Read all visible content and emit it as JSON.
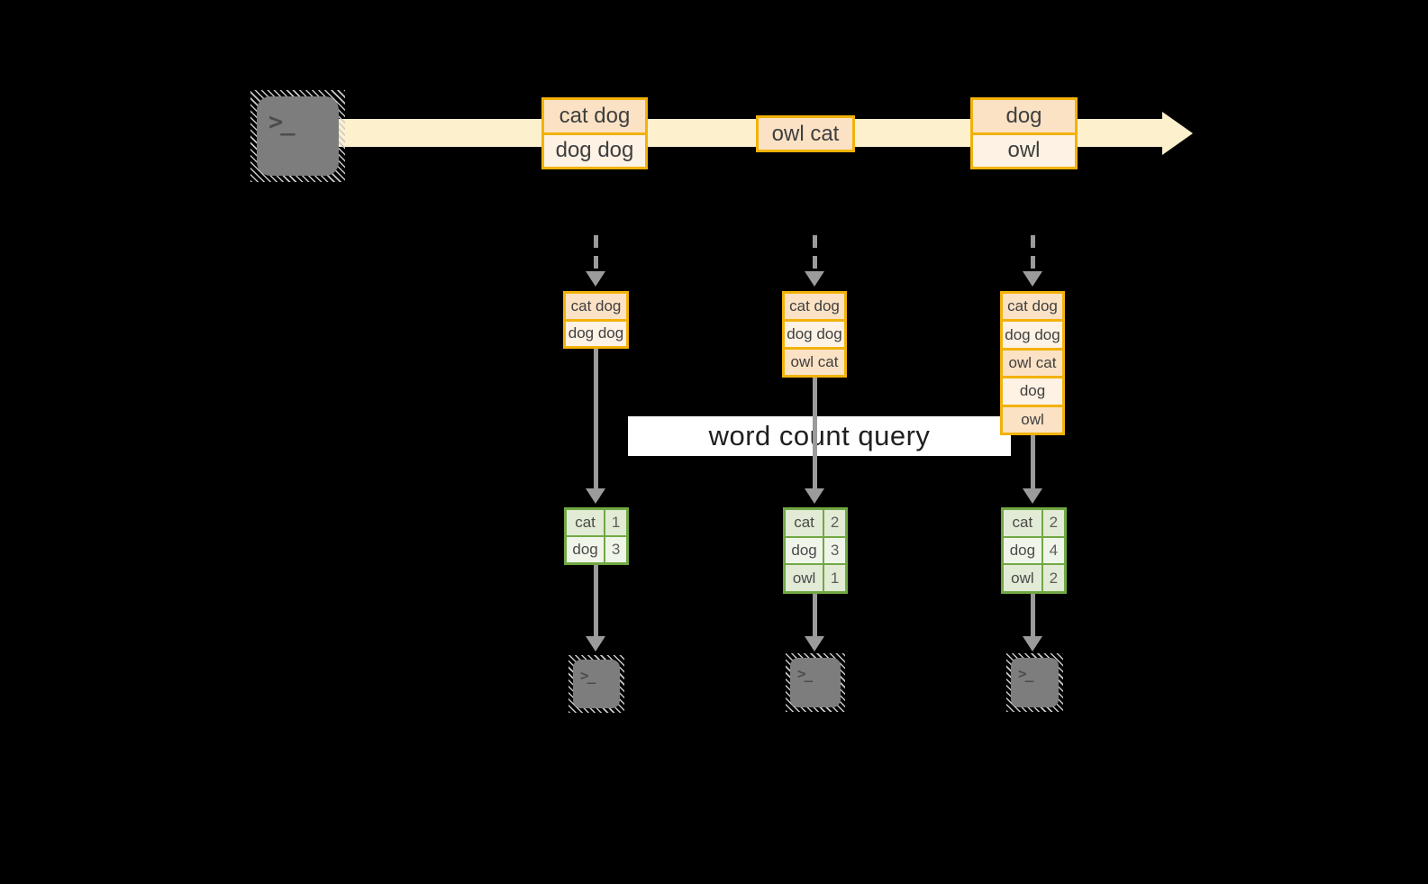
{
  "colors": {
    "background": "#000000",
    "accent_orange": "#F2B20A",
    "fill_peach": "#FBE2C5",
    "fill_cream": "#FDF2E4",
    "arrow_cream": "#FCF0CD",
    "green_border": "#71A844",
    "green_fill_dark": "#E2EBD5",
    "green_fill_light": "#F0F5EA",
    "arrow_gray": "#9B9B9B",
    "terminal_gray": "#7D7D7D",
    "text_dark": "#3F3F3F",
    "query_bg": "#FFFFFF",
    "query_text": "#1F1F1F"
  },
  "terminal_glyph": ">_",
  "stream": {
    "batches": [
      {
        "rows": [
          "cat dog",
          "dog dog"
        ]
      },
      {
        "rows": [
          "owl cat"
        ]
      },
      {
        "rows": [
          "dog",
          "owl"
        ]
      }
    ]
  },
  "query": {
    "label": "word count query"
  },
  "columns": [
    {
      "input_rows": [
        "cat dog",
        "dog dog"
      ],
      "counts": [
        {
          "word": "cat",
          "count": "1"
        },
        {
          "word": "dog",
          "count": "3"
        }
      ]
    },
    {
      "input_rows": [
        "cat dog",
        "dog dog",
        "owl cat"
      ],
      "counts": [
        {
          "word": "cat",
          "count": "2"
        },
        {
          "word": "dog",
          "count": "3"
        },
        {
          "word": "owl",
          "count": "1"
        }
      ]
    },
    {
      "input_rows": [
        "cat dog",
        "dog dog",
        "owl cat",
        "dog",
        "owl"
      ],
      "counts": [
        {
          "word": "cat",
          "count": "2"
        },
        {
          "word": "dog",
          "count": "4"
        },
        {
          "word": "owl",
          "count": "2"
        }
      ]
    }
  ]
}
